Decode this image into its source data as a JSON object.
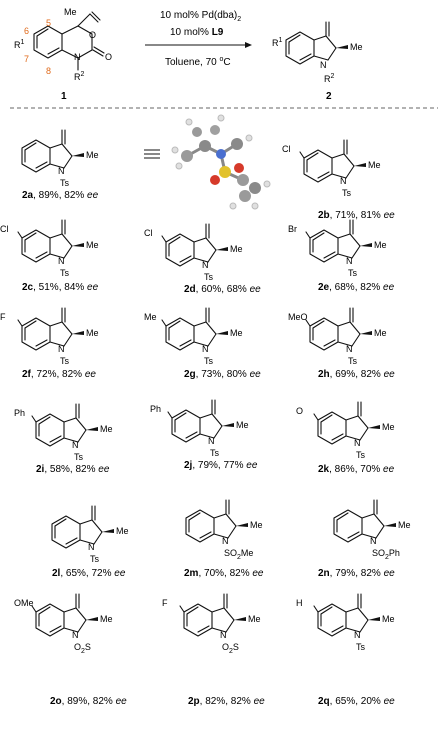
{
  "reaction": {
    "reagents_line1": "10 mol% Pd(dba)",
    "reagents_line1_sub": "2",
    "reagents_line2_pre": "10 mol% ",
    "reagents_line2_ligand": "L9",
    "conditions_pre": "Toluene, 70 ",
    "conditions_sup": "o",
    "conditions_post": "C",
    "substrate_label": "1",
    "product_label": "2",
    "atom_labels": {
      "me": "Me",
      "o": "O",
      "n": "N",
      "r1": "R",
      "r2": "R",
      "sup1": "1",
      "sup2": "2",
      "num5": "5",
      "num6": "6",
      "num7": "7",
      "num8": "8"
    }
  },
  "compounds": [
    {
      "id": "2a",
      "result": ", 89%, 82% ",
      "ee": "ee",
      "sub": "",
      "nsub": "Ts"
    },
    {
      "id": "2b",
      "result": ", 71%, 81% ",
      "ee": "ee",
      "sub": "Cl",
      "nsub": "Ts"
    },
    {
      "id": "2c",
      "result": ", 51%, 84% ",
      "ee": "ee",
      "sub": "Cl",
      "nsub": "Ts"
    },
    {
      "id": "2d",
      "result": ", 60%, 68% ",
      "ee": "ee",
      "sub": "Cl",
      "nsub": "Ts"
    },
    {
      "id": "2e",
      "result": ", 68%, 82% ",
      "ee": "ee",
      "sub": "Br",
      "nsub": "Ts"
    },
    {
      "id": "2f",
      "result": ", 72%, 82% ",
      "ee": "ee",
      "sub": "F",
      "nsub": "Ts"
    },
    {
      "id": "2g",
      "result": ", 73%, 80% ",
      "ee": "ee",
      "sub": "Me",
      "nsub": "Ts"
    },
    {
      "id": "2h",
      "result": ", 69%, 82% ",
      "ee": "ee",
      "sub": "MeO",
      "nsub": "Ts"
    },
    {
      "id": "2i",
      "result": ", 58%, 82% ",
      "ee": "ee",
      "sub": "Ph",
      "nsub": "Ts"
    },
    {
      "id": "2j",
      "result": ", 79%, 77% ",
      "ee": "ee",
      "sub": "Ph",
      "nsub": "Ts"
    },
    {
      "id": "2k",
      "result": ", 86%, 70% ",
      "ee": "ee",
      "sub": "O",
      "nsub": "Ts"
    },
    {
      "id": "2l",
      "result": ", 65%, 72% ",
      "ee": "ee",
      "sub": "",
      "nsub": "Ts"
    },
    {
      "id": "2m",
      "result": ", 70%, 82% ",
      "ee": "ee",
      "sub": "",
      "nsub": "SO",
      "nsub_sub": "2",
      "nsub_post": "Me"
    },
    {
      "id": "2n",
      "result": ", 79%, 82% ",
      "ee": "ee",
      "sub": "",
      "nsub": "SO",
      "nsub_sub": "2",
      "nsub_post": "Ph"
    },
    {
      "id": "2o",
      "result": ", 89%, 82% ",
      "ee": "ee",
      "sub": "OMe",
      "nsub": "O",
      "nsub_sub": "2",
      "nsub_post": "S"
    },
    {
      "id": "2p",
      "result": ", 82%, 82% ",
      "ee": "ee",
      "sub": "F",
      "nsub": "O",
      "nsub_sub": "2",
      "nsub_post": "S"
    },
    {
      "id": "2q",
      "result": ", 65%, 20% ",
      "ee": "ee",
      "sub": "H",
      "nsub": "Ts"
    }
  ]
}
